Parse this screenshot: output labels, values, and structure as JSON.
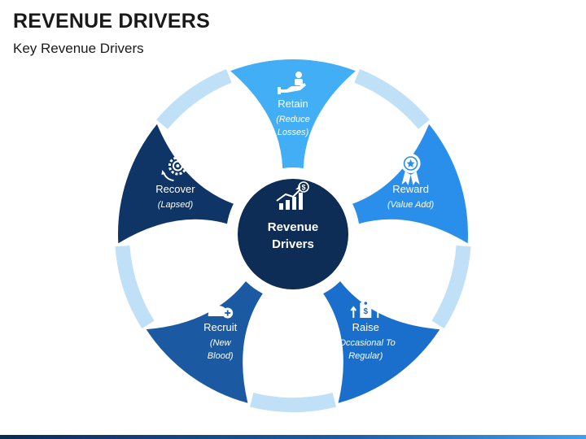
{
  "header": {
    "title": "REVENUE DRIVERS",
    "subtitle": "Key Revenue Drivers"
  },
  "center": {
    "line1": "Revenue",
    "line2": "Drivers",
    "icon": "growth-chart-icon",
    "color": "#0e2d56"
  },
  "connector_color": "#bfe0f7",
  "segments": [
    {
      "key": "retain",
      "label": "Retain",
      "sub": [
        "(Reduce",
        "Losses)"
      ],
      "color": "#42aef5",
      "icon": "hand-giving-icon"
    },
    {
      "key": "reward",
      "label": "Reward",
      "sub": [
        "(Value Add)"
      ],
      "color": "#2a8fea",
      "icon": "award-ribbon-icon"
    },
    {
      "key": "raise",
      "label": "Raise",
      "sub": [
        "(Occasional To",
        "Regular)"
      ],
      "color": "#1a6fcc",
      "icon": "price-tag-icon"
    },
    {
      "key": "recruit",
      "label": "Recruit",
      "sub": [
        "(New",
        "Blood)"
      ],
      "color": "#1b5aa3",
      "icon": "add-user-icon"
    },
    {
      "key": "recover",
      "label": "Recover",
      "sub": [
        "(Lapsed)"
      ],
      "color": "#0e3566",
      "icon": "gears-icon"
    }
  ]
}
